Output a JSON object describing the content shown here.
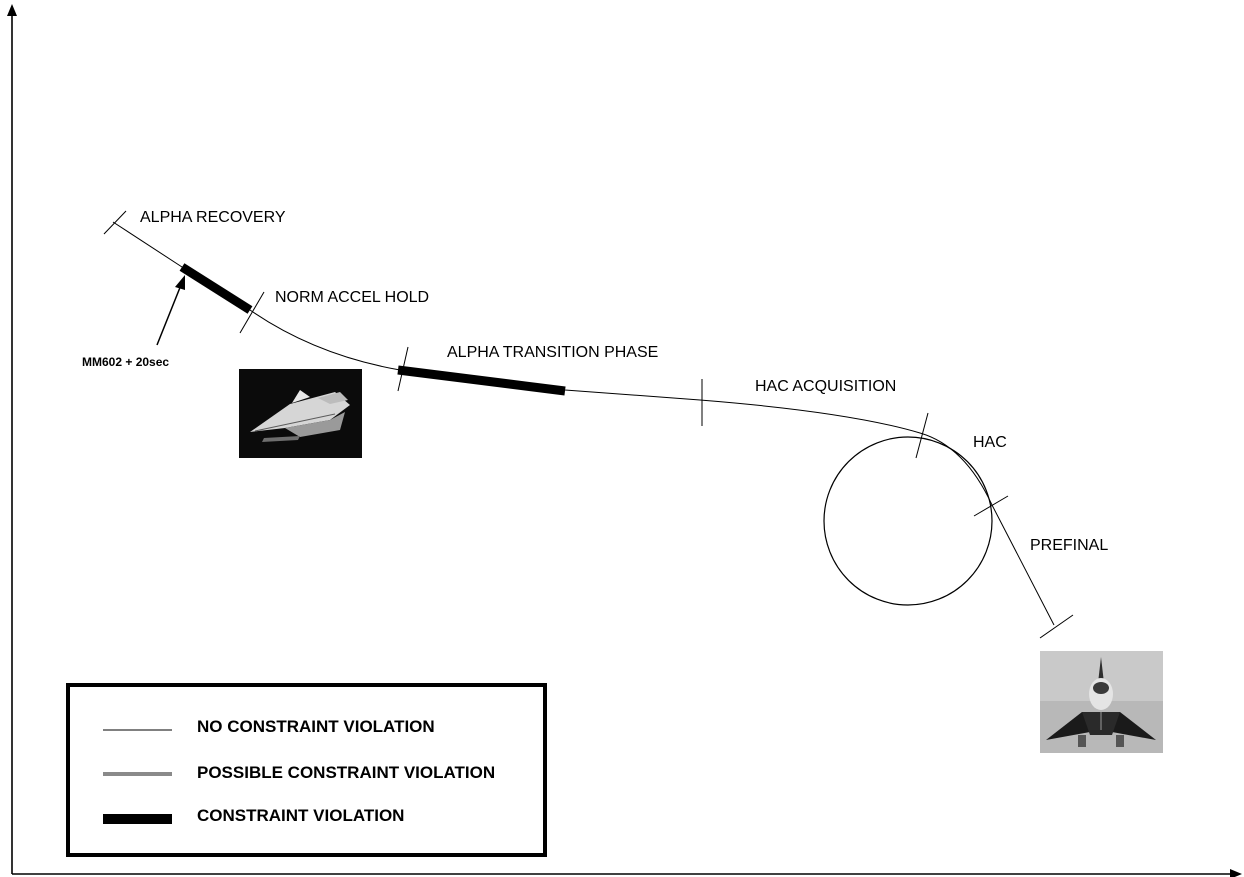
{
  "phases": {
    "alpha_recovery": "ALPHA RECOVERY",
    "norm_accel_hold": "NORM ACCEL HOLD",
    "alpha_transition": "ALPHA TRANSITION PHASE",
    "hac_acquisition": "HAC ACQUISITION",
    "hac": "HAC",
    "prefinal": "PREFINAL"
  },
  "annotation": {
    "mm602": "MM602 + 20sec"
  },
  "legend": {
    "no_violation": "NO CONSTRAINT VIOLATION",
    "possible_violation": "POSSIBLE CONSTRAINT VIOLATION",
    "violation": "CONSTRAINT VIOLATION"
  },
  "colors": {
    "line": "#000000",
    "possible": "#8a8a8a",
    "violation": "#000000"
  },
  "icons": {
    "orbiter_top": "orbiter-photo-banking-icon",
    "orbiter_front": "orbiter-photo-front-icon"
  }
}
